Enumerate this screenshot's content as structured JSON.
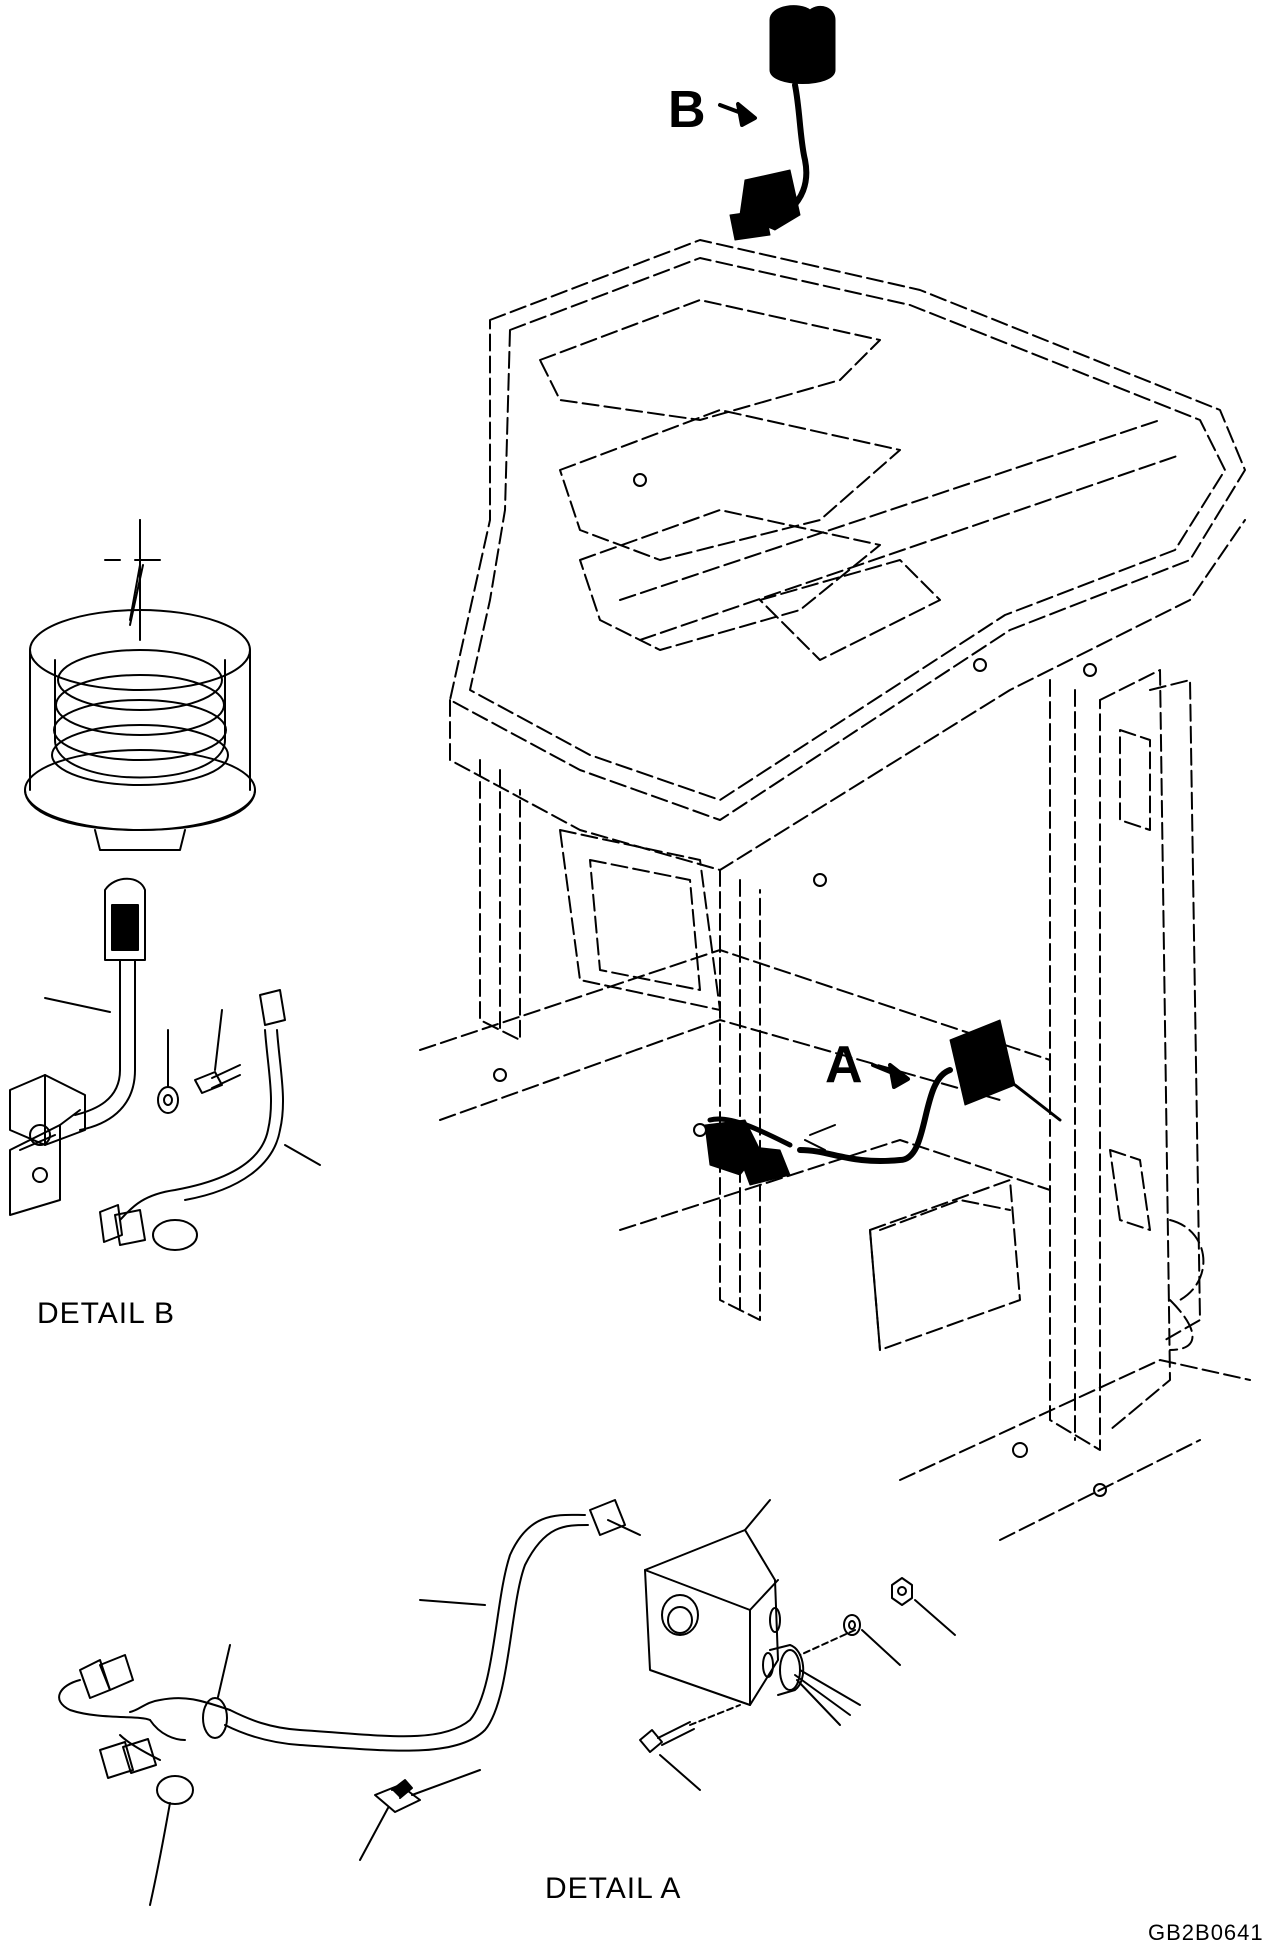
{
  "callouts": {
    "a": "A",
    "b": "B"
  },
  "details": {
    "a": "DETAIL A",
    "b": "DETAIL B"
  },
  "drawing_code": "GB2B0641",
  "icons": [
    "beacon-lamp-icon",
    "relay-box-icon",
    "harness-icon",
    "bracket-icon",
    "bolt-icon",
    "washer-icon",
    "nut-icon",
    "clip-icon"
  ]
}
